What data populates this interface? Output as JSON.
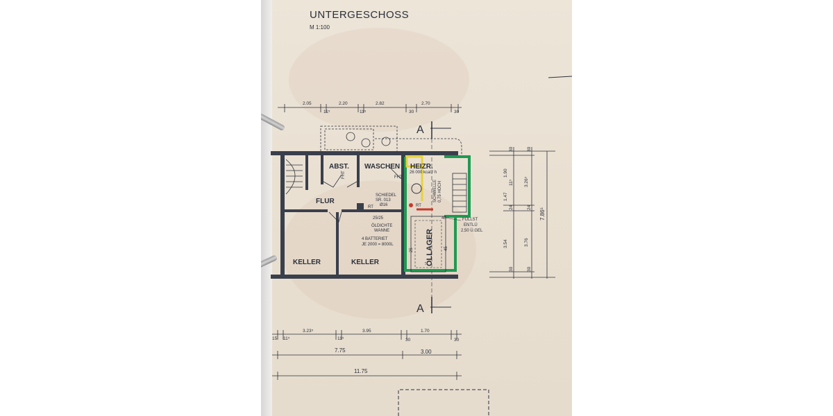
{
  "drawing": {
    "title": "UNTERGESCHOSS",
    "scale": "M 1:100"
  },
  "rooms": {
    "abst": "ABST.",
    "waschen": "WASCHEN",
    "heizr": "HEIZR.",
    "flur": "FLUR",
    "keller_1": "KELLER",
    "keller_2": "KELLER",
    "oellager": "ÖLLAGER"
  },
  "notes": {
    "heating_output": "26 000 kcal / h",
    "fht_1": "FHT",
    "fht_2": "FHT",
    "schiedel_1": "SCHIEDEL",
    "schiedel_2": "SR. 013",
    "schiedel_3": "Ø16",
    "rt_1": "RT",
    "rt_2": "RT",
    "schwelle_1": "SCHWELLE",
    "schwelle_2": "0,75 HOCH",
    "shaft_size": "25/25",
    "oeldicht_1": "ÖLDICHTE",
    "oeldicht_2": "WANNE",
    "batterie_1": "4 BATTERIET",
    "batterie_2": "JE 2000 = 8000L",
    "fullst_1": "FÜLLST",
    "fullst_2": "ENTLÜ",
    "fullst_3": "2,50 Ü.GEL",
    "value_40": "40",
    "value_25": "25",
    "value_45": "45"
  },
  "section_marks": {
    "top": "A",
    "bottom": "A"
  },
  "dimensions": {
    "top_row": [
      "2.05",
      "11⁵",
      "2.20",
      "11⁵",
      "2.82",
      "30",
      "2.70",
      "30"
    ],
    "bottom_row1": [
      "15",
      "11⁵",
      "3.23⁵",
      "11⁵",
      "3.95",
      "30",
      "1.70",
      "30"
    ],
    "bottom_row2": [
      "7.75",
      "3.00"
    ],
    "bottom_row3": [
      "11.75"
    ],
    "right_col1": [
      "30",
      "1.90",
      "11⁵",
      "1.47",
      "24",
      "3.54",
      "30"
    ],
    "right_col2": [
      "30",
      "3.26⁵",
      "24",
      "3.76",
      "30"
    ],
    "right_col3": [
      "7.86⁵"
    ]
  },
  "colors": {
    "paper": "#e9e0d2",
    "ink": "#2b2f3a",
    "wall": "#3a3f4c",
    "marker_green": "#1f9a52",
    "marker_yellow": "#e6d23a",
    "marker_red": "#c8392b"
  }
}
